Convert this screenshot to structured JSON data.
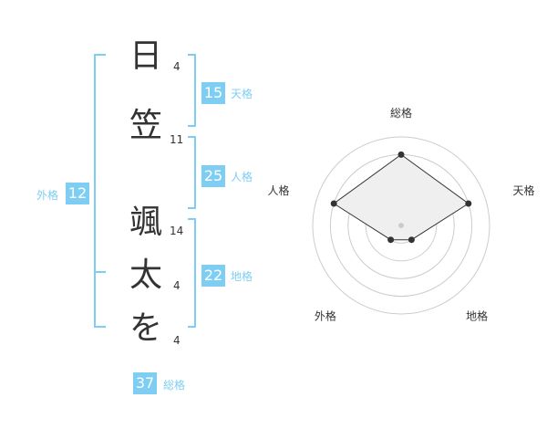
{
  "name_characters": [
    {
      "char": "日",
      "strokes": "4"
    },
    {
      "char": "笠",
      "strokes": "11"
    },
    {
      "char": "颯",
      "strokes": "14"
    },
    {
      "char": "太",
      "strokes": "4"
    },
    {
      "char": "を",
      "strokes": "4"
    }
  ],
  "fortune": {
    "tenkaku": {
      "value": "15",
      "label": "天格"
    },
    "jinkaku": {
      "value": "25",
      "label": "人格"
    },
    "chikaku": {
      "value": "22",
      "label": "地格"
    },
    "gaikaku": {
      "value": "12",
      "label": "外格"
    },
    "soukaku": {
      "value": "37",
      "label": "総格"
    }
  },
  "colors": {
    "accent": "#7ecef4",
    "text": "#333333",
    "ring": "#cccccc",
    "fill": "#efefef"
  },
  "chart_data": {
    "type": "radar",
    "axes": [
      "総格",
      "天格",
      "地格",
      "外格",
      "人格"
    ],
    "values": [
      4,
      4,
      1,
      1,
      4
    ],
    "max": 5,
    "grid": true
  }
}
